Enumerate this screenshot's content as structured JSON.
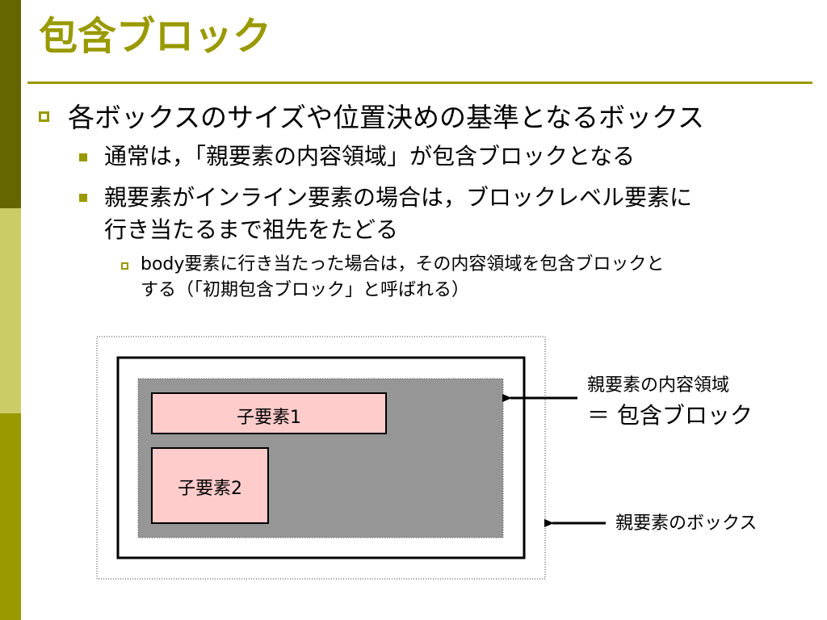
{
  "slide": {
    "title": "包含ブロック",
    "bullets": {
      "level1": "各ボックスのサイズや位置決めの基準となるボックス",
      "level2a": "通常は，「親要素の内容領域」が包含ブロックとなる",
      "level2b_line1": "親要素がインライン要素の場合は，ブロックレベル要素に",
      "level2b_line2": "行き当たるまで祖先をたどる",
      "level3_line1": "body要素に行き当たった場合は，その内容領域を包含ブロックと",
      "level3_line2": "する（「初期包含ブロック」と呼ばれる）"
    }
  },
  "diagram": {
    "child1_label": "子要素1",
    "child2_label": "子要素2",
    "content_area_label_line1": "親要素の内容領域",
    "content_area_label_line2": "＝ 包含ブロック",
    "parent_box_label": "親要素のボックス"
  },
  "colors": {
    "accent": "#999900",
    "sidebar_dark": "#666600",
    "sidebar_light": "#cccc66",
    "content_area": "#969696",
    "child_box": "#ffcccc"
  }
}
